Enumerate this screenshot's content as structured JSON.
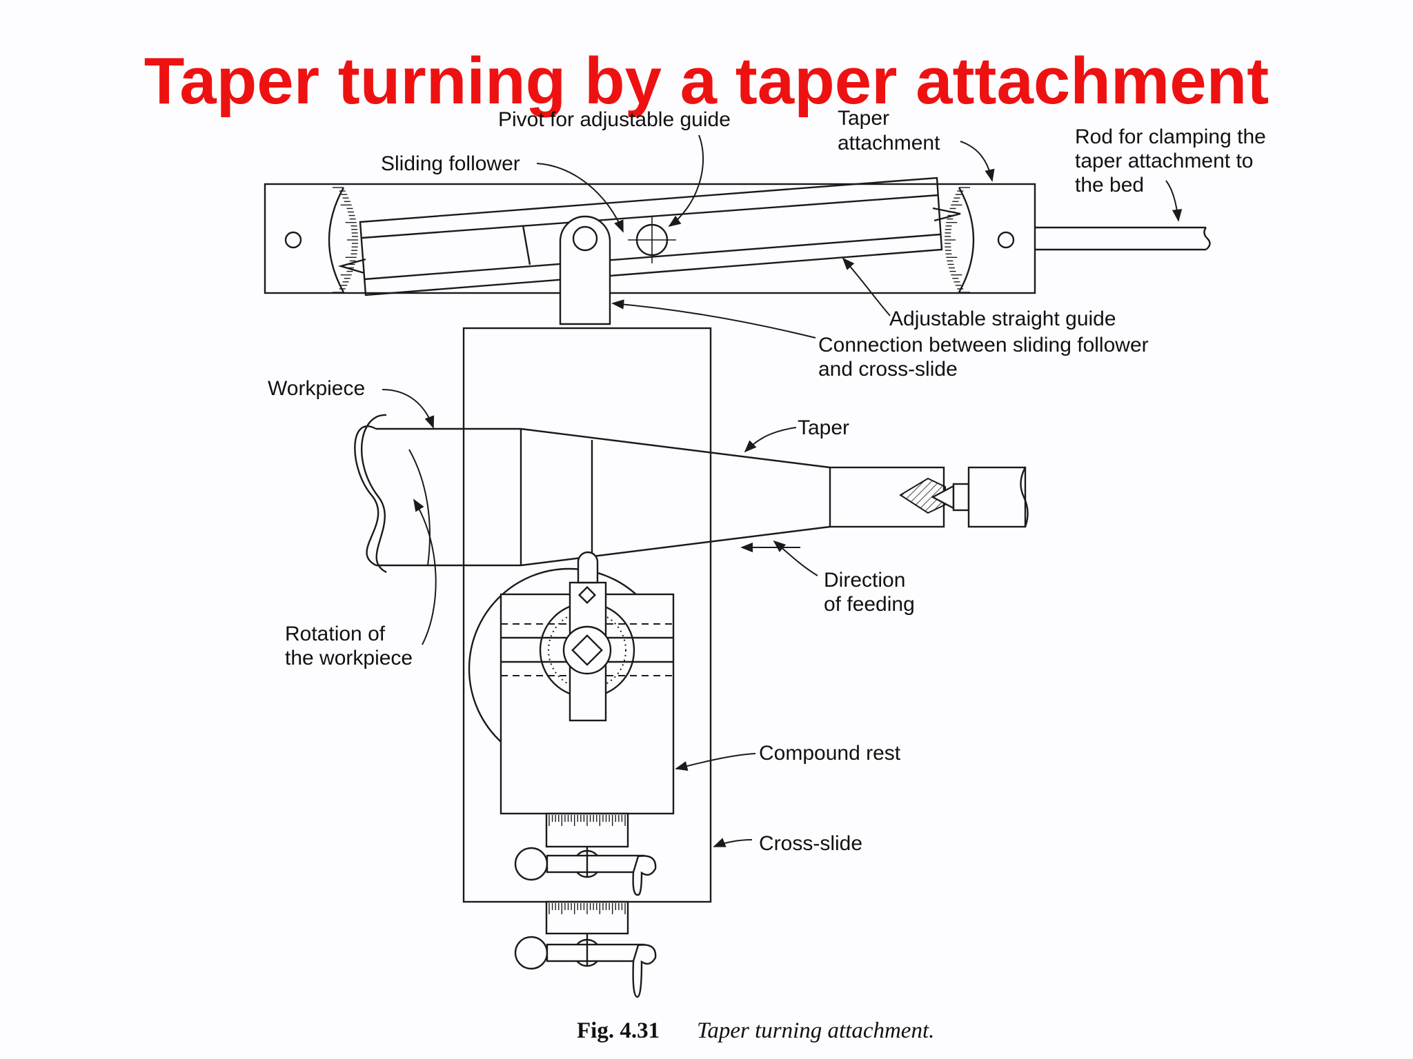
{
  "title": "Taper turning by a taper attachment",
  "labels": {
    "pivot": "Pivot for adjustable guide",
    "taper_attachment_1": "Taper",
    "taper_attachment_2": "attachment",
    "rod_1": "Rod for clamping the",
    "rod_2": "taper attachment to",
    "rod_3": "the bed",
    "sliding_follower": "Sliding follower",
    "adjustable_guide": "Adjustable straight guide",
    "connection_1": "Connection between sliding follower",
    "connection_2": "and cross-slide",
    "workpiece": "Workpiece",
    "taper": "Taper",
    "direction_1": "Direction",
    "direction_2": "of feeding",
    "rotation_1": "Rotation of",
    "rotation_2": "the workpiece",
    "compound_rest": "Compound rest",
    "cross_slide": "Cross-slide"
  },
  "caption": {
    "number": "Fig. 4.31",
    "text": "Taper turning attachment."
  }
}
